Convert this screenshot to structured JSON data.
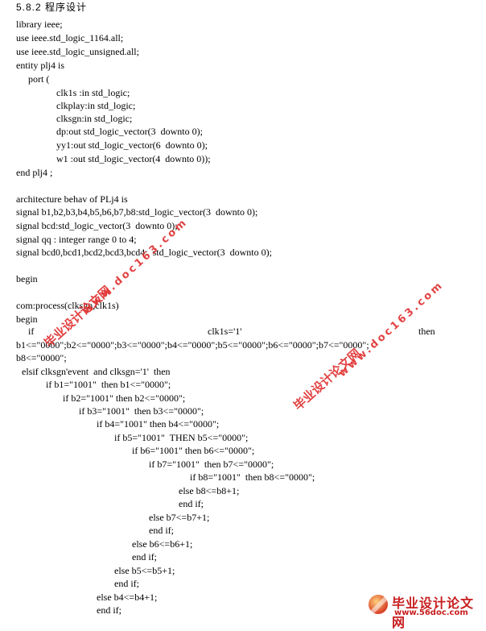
{
  "section_heading": "5.8.2 程序设计",
  "code": {
    "l01": "library ieee;",
    "l02": "use ieee.std_logic_1164.all;",
    "l03": "use ieee.std_logic_unsigned.all;",
    "l04": "entity plj4 is",
    "l05": "port (",
    "l06": "clk1s :in std_logic;",
    "l07": "clkplay:in std_logic;",
    "l08": "clksgn:in std_logic;",
    "l09": "dp:out std_logic_vector(3  downto 0);",
    "l10": "yy1:out std_logic_vector(6  downto 0);",
    "l11": "w1 :out std_logic_vector(4  downto 0));",
    "l12": "end plj4 ;",
    "l13": "architecture behav of PLj4 is",
    "l14": "signal b1,b2,b3,b4,b5,b6,b7,b8:std_logic_vector(3  downto 0);",
    "l15": "signal bcd:std_logic_vector(3  downto 0);",
    "l16": "signal qq : integer range 0 to 4;",
    "l17": "signal bcd0,bcd1,bcd2,bcd3,bcd4:  std_logic_vector(3  downto 0);",
    "l18": "begin",
    "l19": "com:process(clksgn,clk1s)",
    "l20": "begin",
    "l21a": "if",
    "l21b": "clk1s='1'",
    "l21c": "then",
    "l22": "b1<=\"0000\";b2<=\"0000\";b3<=\"0000\";b4<=\"0000\";b5<=\"0000\";b6<=\"0000\";b7<=\"0000\";",
    "l23": "b8<=\"0000\";",
    "l24": "elsif clksgn'event  and clksgn='1'  then",
    "l25": "if b1=\"1001\"  then b1<=\"0000\";",
    "l26": "if b2=\"1001\" then b2<=\"0000\";",
    "l27": "if b3=\"1001\"  then b3<=\"0000\";",
    "l28": "if b4=\"1001\" then b4<=\"0000\";",
    "l29": "if b5=\"1001\"  THEN b5<=\"0000\";",
    "l30": "if b6=\"1001\" then b6<=\"0000\";",
    "l31": "if b7=\"1001\"  then b7<=\"0000\";",
    "l32": "if b8=\"1001\"  then b8<=\"0000\";",
    "l33": "else b8<=b8+1;",
    "l34": "end if;",
    "l35": "else b7<=b7+1;",
    "l36": "end if;",
    "l37": "else b6<=b6+1;",
    "l38": "end if;",
    "l39": "else b5<=b5+1;",
    "l40": "end if;",
    "l41": "else b4<=b4+1;",
    "l42": "end if;"
  },
  "watermarks": {
    "wm1_cn": "毕业设计论文网",
    "wm1_url": "www.doc163.com",
    "wm2_cn": "毕业设计论文网",
    "wm2_url": "www.doc163.com"
  },
  "footer": {
    "title": "毕业设计论文网",
    "url": "www.56doc.com"
  },
  "colors": {
    "watermark": "#e03232",
    "footer": "#c81e1e"
  }
}
